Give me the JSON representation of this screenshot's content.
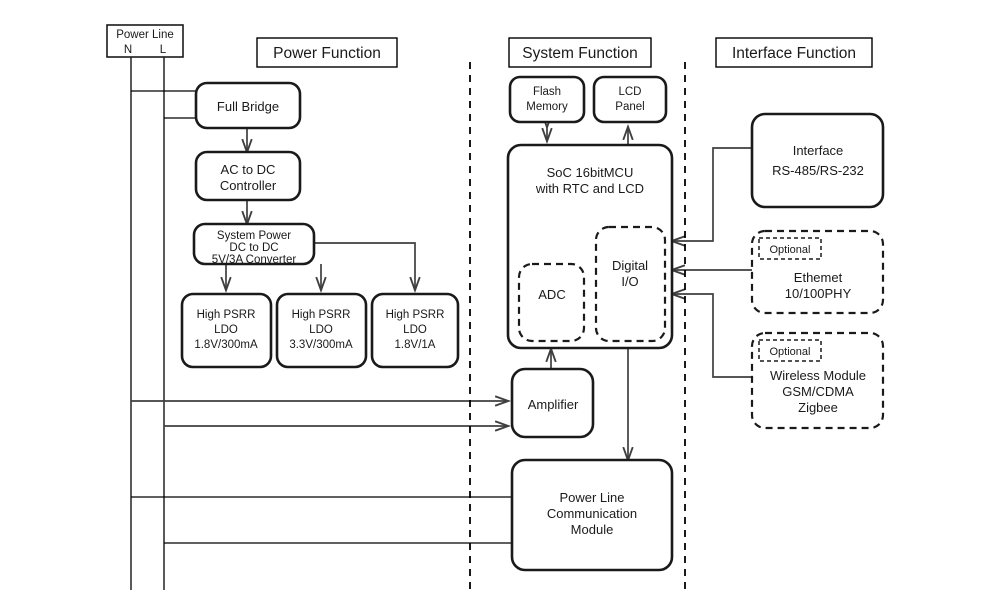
{
  "diagram": {
    "title_blocks": {
      "power": "Power Function",
      "system": "System Function",
      "interface": "Interface Function"
    },
    "power_line": {
      "label": "Power Line",
      "neutral": "N",
      "live": "L"
    },
    "power_chain": {
      "full_bridge": "Full Bridge",
      "ac_dc": [
        "AC to DC",
        "Controller"
      ],
      "sys_power": [
        "System Power",
        "DC to DC",
        "5V/3A Converter"
      ],
      "ldo1": [
        "High PSRR",
        "LDO",
        "1.8V/300mA"
      ],
      "ldo2": [
        "High PSRR",
        "LDO",
        "3.3V/300mA"
      ],
      "ldo3": [
        "High PSRR",
        "LDO",
        "1.8V/1A"
      ]
    },
    "system": {
      "flash": [
        "Flash",
        "Memory"
      ],
      "lcd": [
        "LCD",
        "Panel"
      ],
      "soc": [
        "SoC 16bitMCU",
        "with RTC and LCD"
      ],
      "adc": "ADC",
      "digital_io": [
        "Digital",
        "I/O"
      ],
      "amplifier": "Amplifier",
      "plc": [
        "Power Line",
        "Communication",
        "Module"
      ]
    },
    "interface": {
      "rs": [
        "Interface",
        "RS-485/RS-232"
      ],
      "ethernet": {
        "optional": "Optional",
        "lines": [
          "Ethemet",
          "10/100PHY"
        ]
      },
      "wireless": {
        "optional": "Optional",
        "lines": [
          "Wireless Module",
          "GSM/CDMA",
          "Zigbee"
        ]
      }
    },
    "colors": {
      "stroke": "#1a1a1a",
      "wire": "#3f3f3f",
      "background": "#ffffff"
    }
  }
}
